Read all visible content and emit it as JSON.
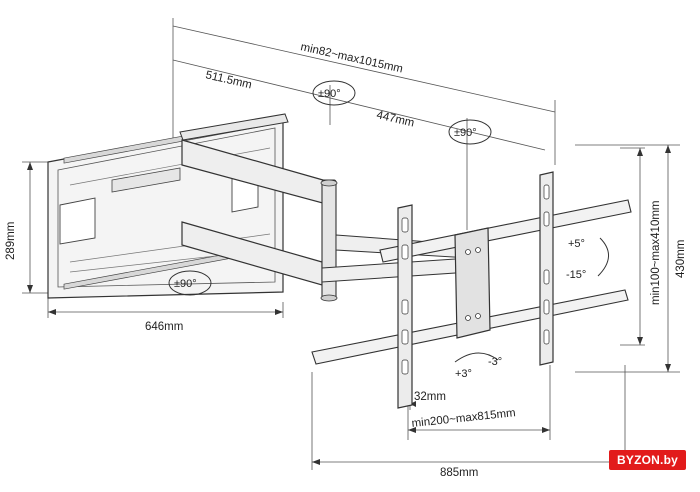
{
  "dimensions": {
    "depth_range": "min82~max1015mm",
    "arm_first": "511.5mm",
    "arm_second": "447mm",
    "plate_height": "289mm",
    "plate_width": "646mm",
    "vesa_vertical": "min100~max410mm",
    "overall_height": "430mm",
    "bracket_width": "32mm",
    "vesa_horizontal": "min200~max815mm",
    "overall_width": "885mm"
  },
  "angles": {
    "swivel_top": "±90°",
    "swivel_mid": "±90°",
    "swivel_bottom": "±90°",
    "tilt_up": "+5°",
    "tilt_down": "-15°",
    "level_plus": "+3°",
    "level_minus": "-3°"
  },
  "watermark": "BYZON.by"
}
